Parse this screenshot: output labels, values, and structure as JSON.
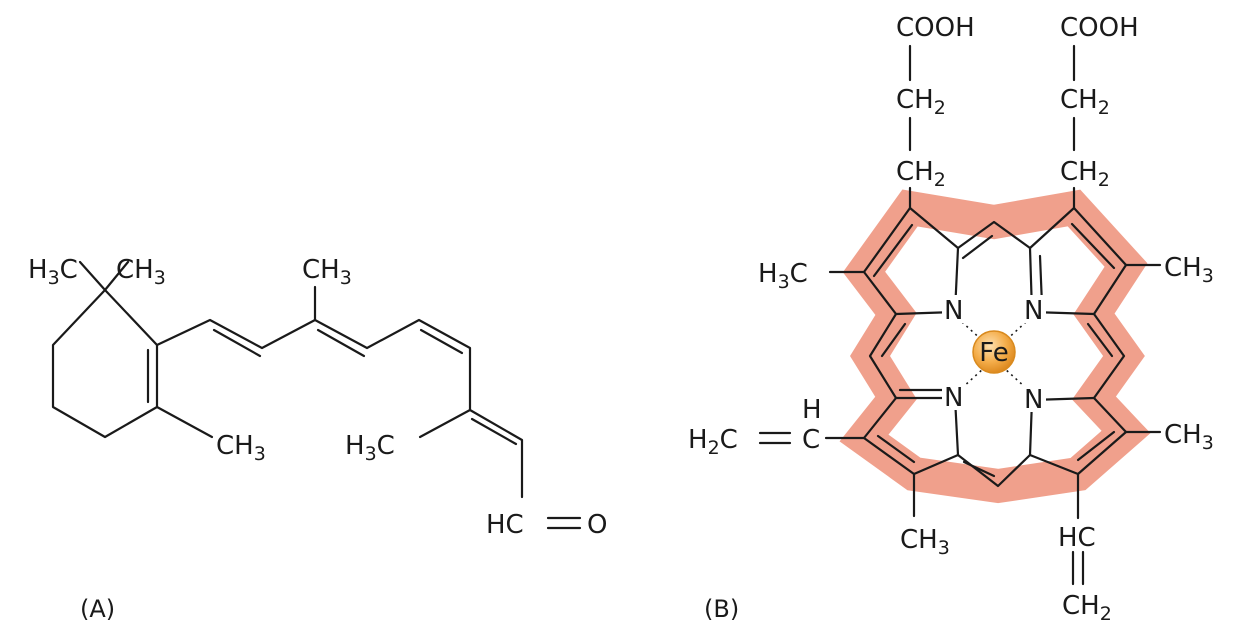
{
  "panel_a": {
    "label": "(A)",
    "atoms": {
      "h3c_top_left": {
        "base": "H",
        "sub": "3",
        "tail": "C"
      },
      "ch3_top": {
        "base": "CH",
        "sub": "3"
      },
      "ch3_ring": {
        "base": "CH",
        "sub": "3"
      },
      "ch3_chain_top": {
        "base": "CH",
        "sub": "3"
      },
      "h3c_chain": {
        "base": "H",
        "sub": "3",
        "tail": "C"
      },
      "aldehyde_hc": "HC",
      "aldehyde_o": "O"
    }
  },
  "panel_b": {
    "label": "(B)",
    "metal": "Fe",
    "nitrogens": [
      "N",
      "N",
      "N",
      "N"
    ],
    "groups": {
      "cooh_left": "COOH",
      "cooh_right": "COOH",
      "ch2_l1": {
        "base": "CH",
        "sub": "2"
      },
      "ch2_l2": {
        "base": "CH",
        "sub": "2"
      },
      "ch2_r1": {
        "base": "CH",
        "sub": "2"
      },
      "ch2_r2": {
        "base": "CH",
        "sub": "2"
      },
      "h3c_left": {
        "base": "H",
        "sub": "3",
        "tail": "C"
      },
      "ch3_right_top": {
        "base": "CH",
        "sub": "3"
      },
      "ch3_right_bottom": {
        "base": "CH",
        "sub": "3"
      },
      "ch3_bottom": {
        "base": "CH",
        "sub": "3"
      },
      "vinyl_left_h2c": {
        "base": "H",
        "sub": "2",
        "tail": "C"
      },
      "vinyl_left_h": "H",
      "vinyl_left_c": "C",
      "vinyl_bottom_hc": "HC",
      "vinyl_bottom_ch2": {
        "base": "CH",
        "sub": "2"
      }
    },
    "colors": {
      "ring_highlight": "#f0a08c",
      "iron_fill": "#f2a43a",
      "iron_stroke": "#d98a1e"
    }
  }
}
